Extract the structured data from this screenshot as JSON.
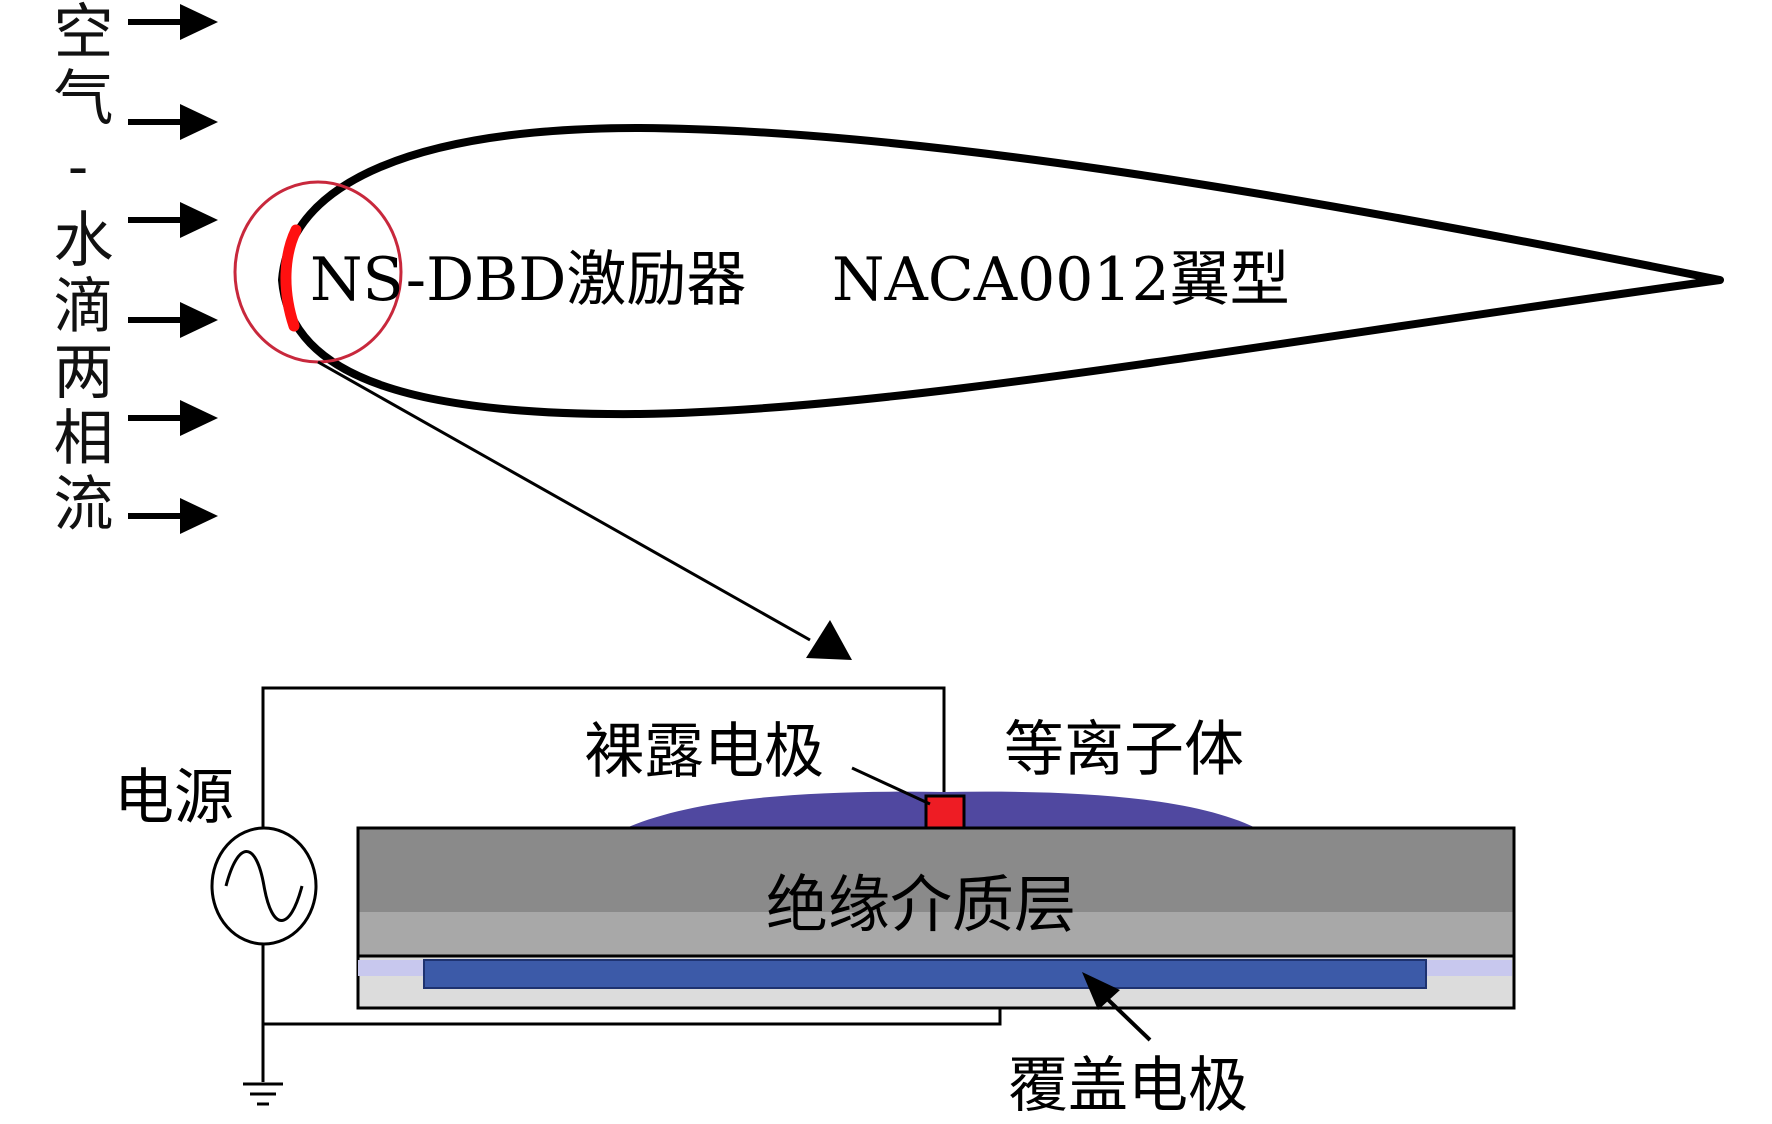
{
  "labels": {
    "flow": "空气-水滴两相流",
    "actuator": "NS-DBD激励器",
    "airfoil": "NACA0012翼型",
    "exposed_electrode": "裸露电极",
    "plasma": "等离子体",
    "power_source": "电源",
    "dielectric": "绝缘介质层",
    "covered_electrode": "覆盖电极"
  },
  "colors": {
    "airfoil_outline": "#000000",
    "highlight_circle": "#c8283c",
    "actuator_mark": "#ff1010",
    "plasma": "#5048a0",
    "exposed_electrode": "#ee1c24",
    "dielectric_top": "#8a8a8a",
    "dielectric_bottom": "#a8a8a8",
    "covered_electrode": "#3c5aa8",
    "substrate": "#dcdcdc"
  },
  "icons": {
    "flow_arrows": "right-arrow-icon",
    "power_source": "ac-source-icon",
    "ground": "ground-icon"
  }
}
